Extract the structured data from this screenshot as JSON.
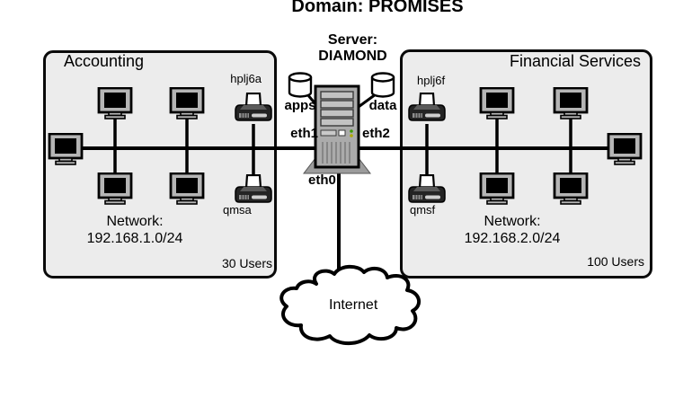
{
  "title": "Domain: PROMISES",
  "server": {
    "caption": "Server:",
    "name": "DIAMOND",
    "database_left": "apps",
    "database_right": "data",
    "interface_left": "eth1",
    "interface_right": "eth2",
    "interface_internet": "eth0"
  },
  "left_network": {
    "title": "Accounting",
    "printer_top": "hplj6a",
    "printer_bottom": "qmsa",
    "network_caption": "Network:",
    "cidr": "192.168.1.0/24",
    "users": "30 Users",
    "workstation_count": 5
  },
  "right_network": {
    "title": "Financial Services",
    "printer_top": "hplj6f",
    "printer_bottom": "qmsf",
    "network_caption": "Network:",
    "cidr": "192.168.2.0/24",
    "users": "100 Users",
    "workstation_count": 5
  },
  "internet": {
    "label": "Internet"
  },
  "colors": {
    "background": "#ffffff",
    "zone_fill": "#ececec",
    "outline": "#000000",
    "device_gray": "#b5b5b5",
    "server_gray": "#ababab",
    "led_green": "#3f9a00",
    "led_amber": "#b0a800"
  },
  "icons": {
    "workstation": "monitor-with-stand",
    "printer": "laser-printer-with-paper",
    "database": "cylinder",
    "server": "tower-case",
    "internet": "cloud"
  }
}
